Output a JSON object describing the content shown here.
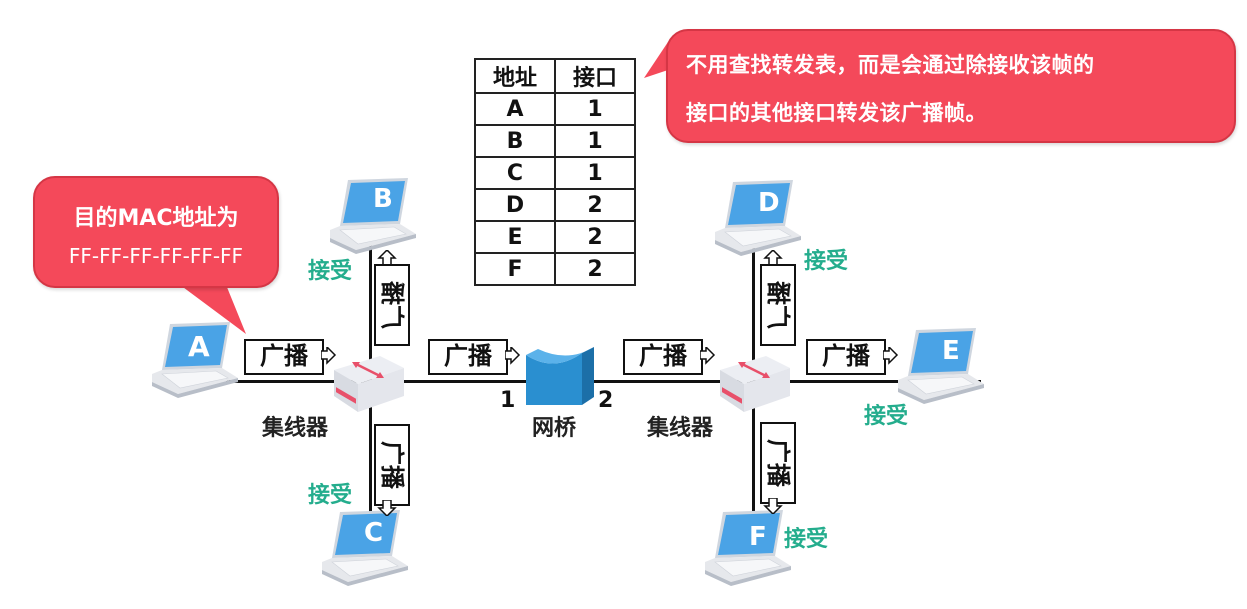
{
  "table": {
    "headers": [
      "地址",
      "接口"
    ],
    "rows": [
      {
        "address": "A",
        "port": "1"
      },
      {
        "address": "B",
        "port": "1"
      },
      {
        "address": "C",
        "port": "1"
      },
      {
        "address": "D",
        "port": "2"
      },
      {
        "address": "E",
        "port": "2"
      },
      {
        "address": "F",
        "port": "2"
      }
    ]
  },
  "bubble_top": {
    "line1": "不用查找转发表，而是会通过除接收该帧的",
    "line2": "接口的其他接口转发该广播帧。",
    "color": "#f4495a"
  },
  "bubble_left": {
    "line1": "目的MAC地址为",
    "line2": "FF-FF-FF-FF-FF-FF",
    "color": "#f4495a"
  },
  "hosts": {
    "A": "A",
    "B": "B",
    "C": "C",
    "D": "D",
    "E": "E",
    "F": "F"
  },
  "devices": {
    "hub_left": "集线器",
    "hub_right": "集线器",
    "bridge": "网桥",
    "bridge_port1": "1",
    "bridge_port2": "2"
  },
  "broadcast_label": "广播",
  "accept_label": "接受",
  "colors": {
    "accept": "#24ad8d",
    "bridge": "#2a8fd0",
    "hub_accent": "#e8506a",
    "screen": "#4aa3e6"
  }
}
